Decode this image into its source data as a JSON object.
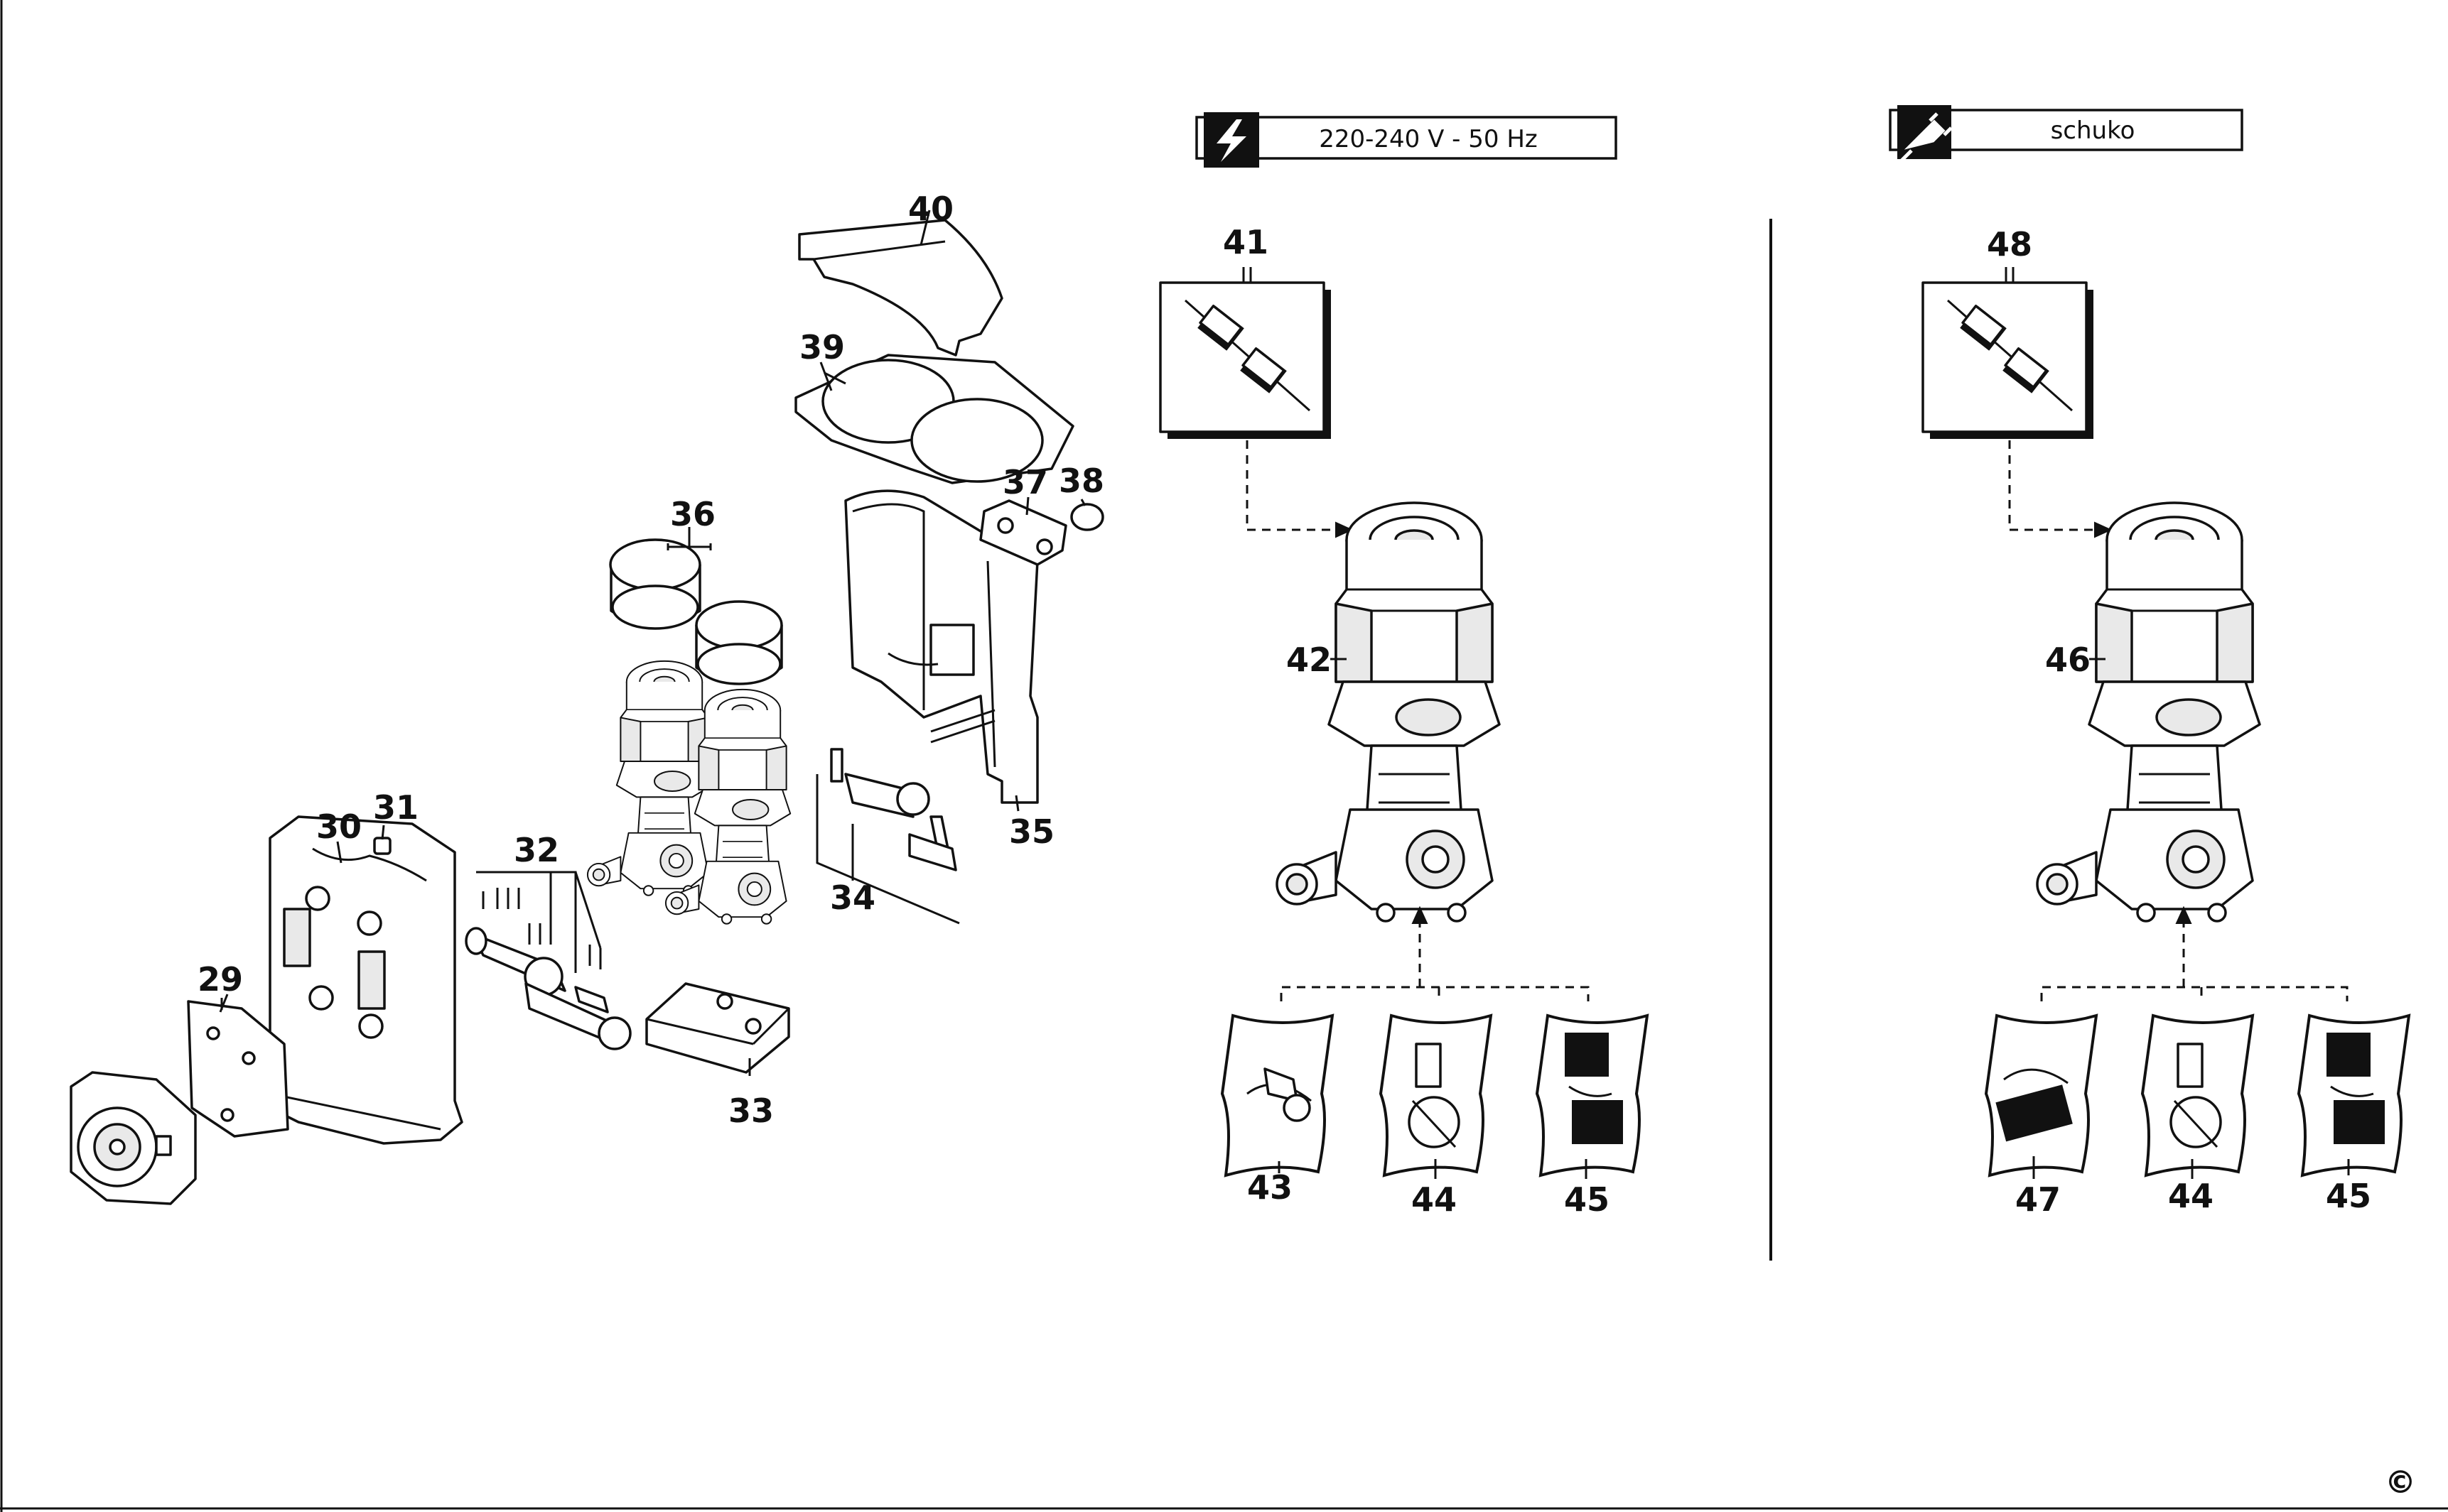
{
  "header_left": {
    "text": "220-240 V - 50 Hz",
    "icon": "lightning-bolt-icon"
  },
  "header_right": {
    "text": "schuko",
    "icon": "power-plug-icon"
  },
  "labels": {
    "p29": "29",
    "p30": "30",
    "p31": "31",
    "p32": "32",
    "p33": "33",
    "p34": "34",
    "p35": "35",
    "p36": "36",
    "p37": "37",
    "p38": "38",
    "p39": "39",
    "p40": "40",
    "p41": "41",
    "p42": "42",
    "p43": "43",
    "p44a": "44",
    "p45a": "45",
    "p46": "46",
    "p47": "47",
    "p48": "48",
    "p44b": "44",
    "p45b": "45"
  },
  "copyright": "©"
}
